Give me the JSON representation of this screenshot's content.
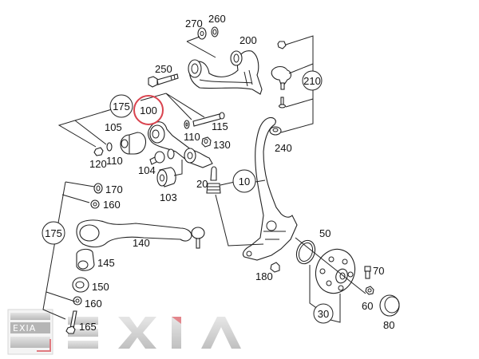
{
  "diagram": {
    "title": "Front suspension exploded view",
    "highlighted_part": "100",
    "highlight_color": "#d9434e",
    "callouts": [
      {
        "id": "c175a",
        "label": "175"
      },
      {
        "id": "c100",
        "label": "100"
      },
      {
        "id": "c210",
        "label": "210"
      },
      {
        "id": "c10",
        "label": "10"
      },
      {
        "id": "c175b",
        "label": "175"
      },
      {
        "id": "c30",
        "label": "30"
      }
    ],
    "labels": {
      "p270": "270",
      "p260": "260",
      "p200": "200",
      "p250": "250",
      "p105": "105",
      "p115": "115",
      "p110a": "110",
      "p110b": "110",
      "p130": "130",
      "p120": "120",
      "p104": "104",
      "p103": "103",
      "p20": "20",
      "p240": "240",
      "p170": "170",
      "p160a": "160",
      "p140": "140",
      "p145": "145",
      "p150": "150",
      "p160b": "160",
      "p165": "165",
      "p50": "50",
      "p70": "70",
      "p60": "60",
      "p80": "80",
      "p180": "180"
    }
  },
  "watermark": {
    "brand": "EXIA",
    "badge_text": "EXIA",
    "accent_color": "#e07a80",
    "bar_color": "#c8c8c8"
  }
}
